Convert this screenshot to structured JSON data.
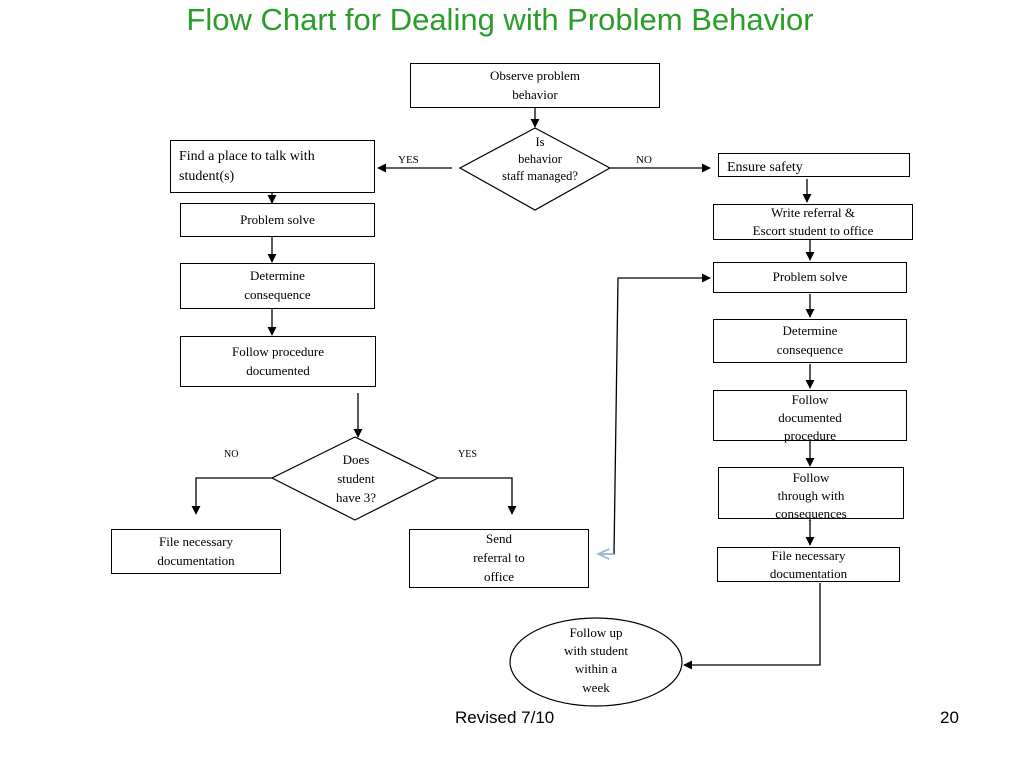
{
  "title": "Flow Chart for Dealing with Problem Behavior",
  "nodes": {
    "observe": "Observe problem\nbehavior",
    "decision1": "Is\nbehavior\nstaff managed?",
    "find_place": "Find a place to talk with\nstudent(s)",
    "left_problem_solve": "Problem solve",
    "left_determine": "Determine\nconsequence",
    "left_follow_procedure": "Follow procedure\ndocumented",
    "decision2": "Does\nstudent\nhave 3?",
    "left_file": "File necessary\ndocumentation",
    "send_referral": "Send\nreferral to\noffice",
    "ensure_safety": "Ensure safety",
    "write_referral": "Write referral &\nEscort student to office",
    "right_problem_solve": "Problem solve",
    "right_determine": "Determine\nconsequence",
    "right_follow_documented": "Follow\ndocumented\nprocedure",
    "right_follow_through": "Follow\nthrough with\nconsequences",
    "right_file": "File necessary\ndocumentation",
    "follow_up": "Follow up\nwith student\nwithin a\nweek"
  },
  "edge_labels": {
    "d1_yes": "YES",
    "d1_no": "NO",
    "d2_no": "NO",
    "d2_yes": "YES"
  },
  "footer": {
    "revised": "Revised 7/10",
    "page": "20"
  },
  "colors": {
    "title": "#2a9d2a",
    "loop_arrow": "#9ab8d8"
  }
}
